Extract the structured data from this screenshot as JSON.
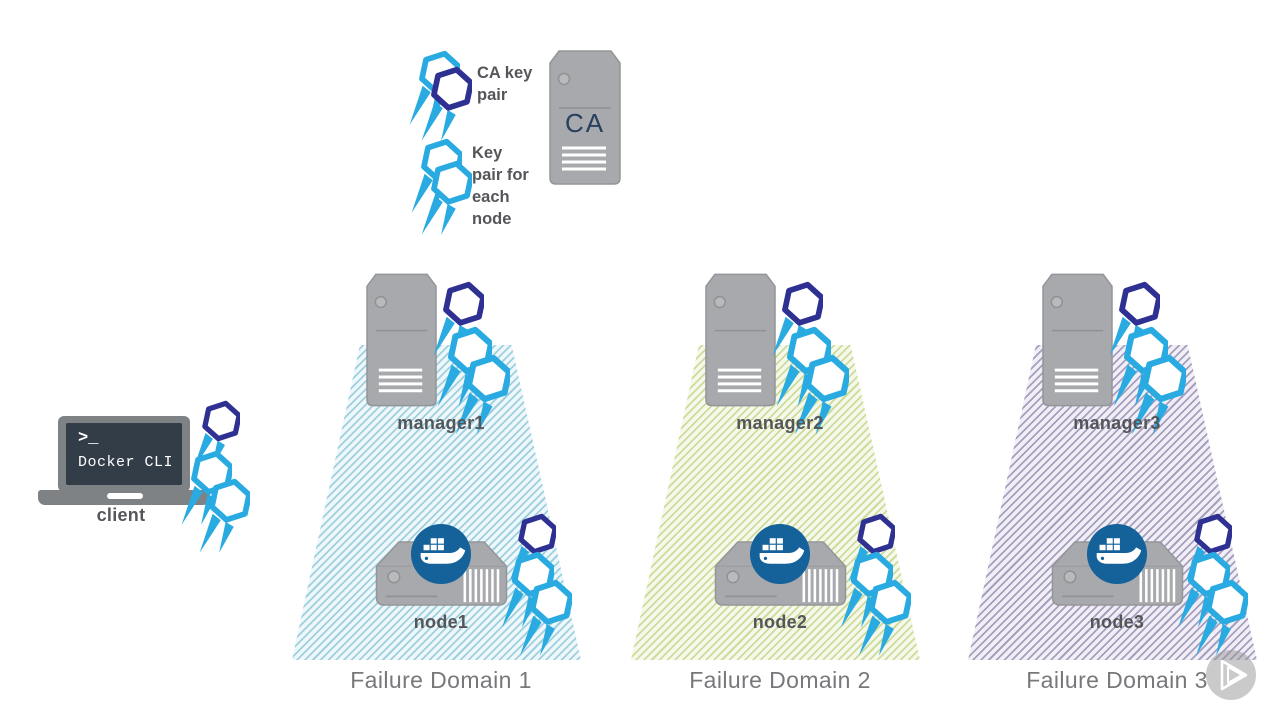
{
  "legend": {
    "ca_pair_lines": [
      "CA key",
      "pair"
    ],
    "node_pair_lines": [
      "Key",
      "pair for",
      "each",
      "node"
    ],
    "ca_server_text": "CA"
  },
  "client": {
    "prompt": ">_",
    "terminal_text": "Docker CLI",
    "label": "client"
  },
  "domains": [
    {
      "manager_label": "manager1",
      "node_label": "node1",
      "domain_label": "Failure Domain 1",
      "stripe_color": "#9fd0df",
      "stripe_bg": "#eef7fa"
    },
    {
      "manager_label": "manager2",
      "node_label": "node2",
      "domain_label": "Failure Domain 2",
      "stripe_color": "#ccdc9b",
      "stripe_bg": "#f5f8ea"
    },
    {
      "manager_label": "manager3",
      "node_label": "node3",
      "domain_label": "Failure Domain 3",
      "stripe_color": "#a79fc0",
      "stripe_bg": "#f1eff5"
    }
  ],
  "colors": {
    "key_blue": "#29abe2",
    "key_indigo": "#2e3192",
    "server_gray": "#a7a9ac",
    "whale_circle_blue": "#15629b",
    "label_dark": "#55565a",
    "domain_label_gray": "#77787b",
    "ca_text_navy": "#27405f",
    "terminal_dark": "#333d47",
    "laptop_gray": "#7f8285"
  },
  "player": {
    "control": "play"
  }
}
